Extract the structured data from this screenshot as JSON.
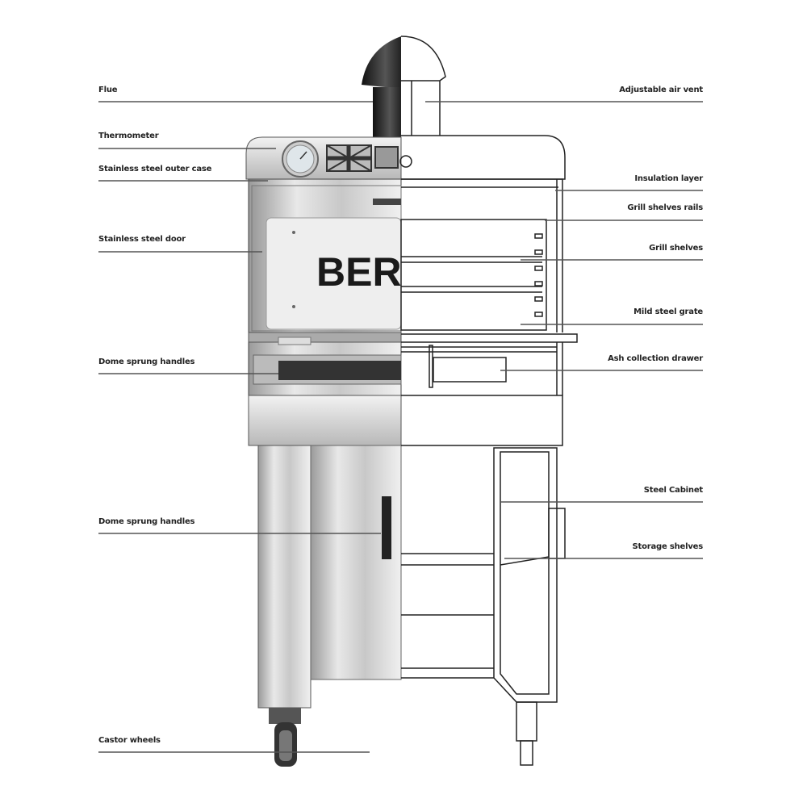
{
  "brand_text": "BER",
  "left_labels": [
    {
      "id": "flue",
      "text": "Flue"
    },
    {
      "id": "thermometer",
      "text": "Thermometer"
    },
    {
      "id": "outer-case",
      "text": "Stainless steel outer case"
    },
    {
      "id": "door",
      "text": "Stainless steel door"
    },
    {
      "id": "dome-handles-upper",
      "text": "Dome sprung handles"
    },
    {
      "id": "dome-handles-lower",
      "text": "Dome sprung handles"
    },
    {
      "id": "castor-wheels",
      "text": "Castor wheels"
    }
  ],
  "right_labels": [
    {
      "id": "air-vent",
      "text": "Adjustable air vent"
    },
    {
      "id": "insulation",
      "text": "Insulation layer"
    },
    {
      "id": "shelf-rails",
      "text": "Grill shelves rails"
    },
    {
      "id": "grill-shelves",
      "text": "Grill shelves"
    },
    {
      "id": "grate",
      "text": "Mild steel grate"
    },
    {
      "id": "ash-drawer",
      "text": "Ash collection drawer"
    },
    {
      "id": "steel-cabinet",
      "text": "Steel Cabinet"
    },
    {
      "id": "storage-shelves",
      "text": "Storage shelves"
    }
  ]
}
